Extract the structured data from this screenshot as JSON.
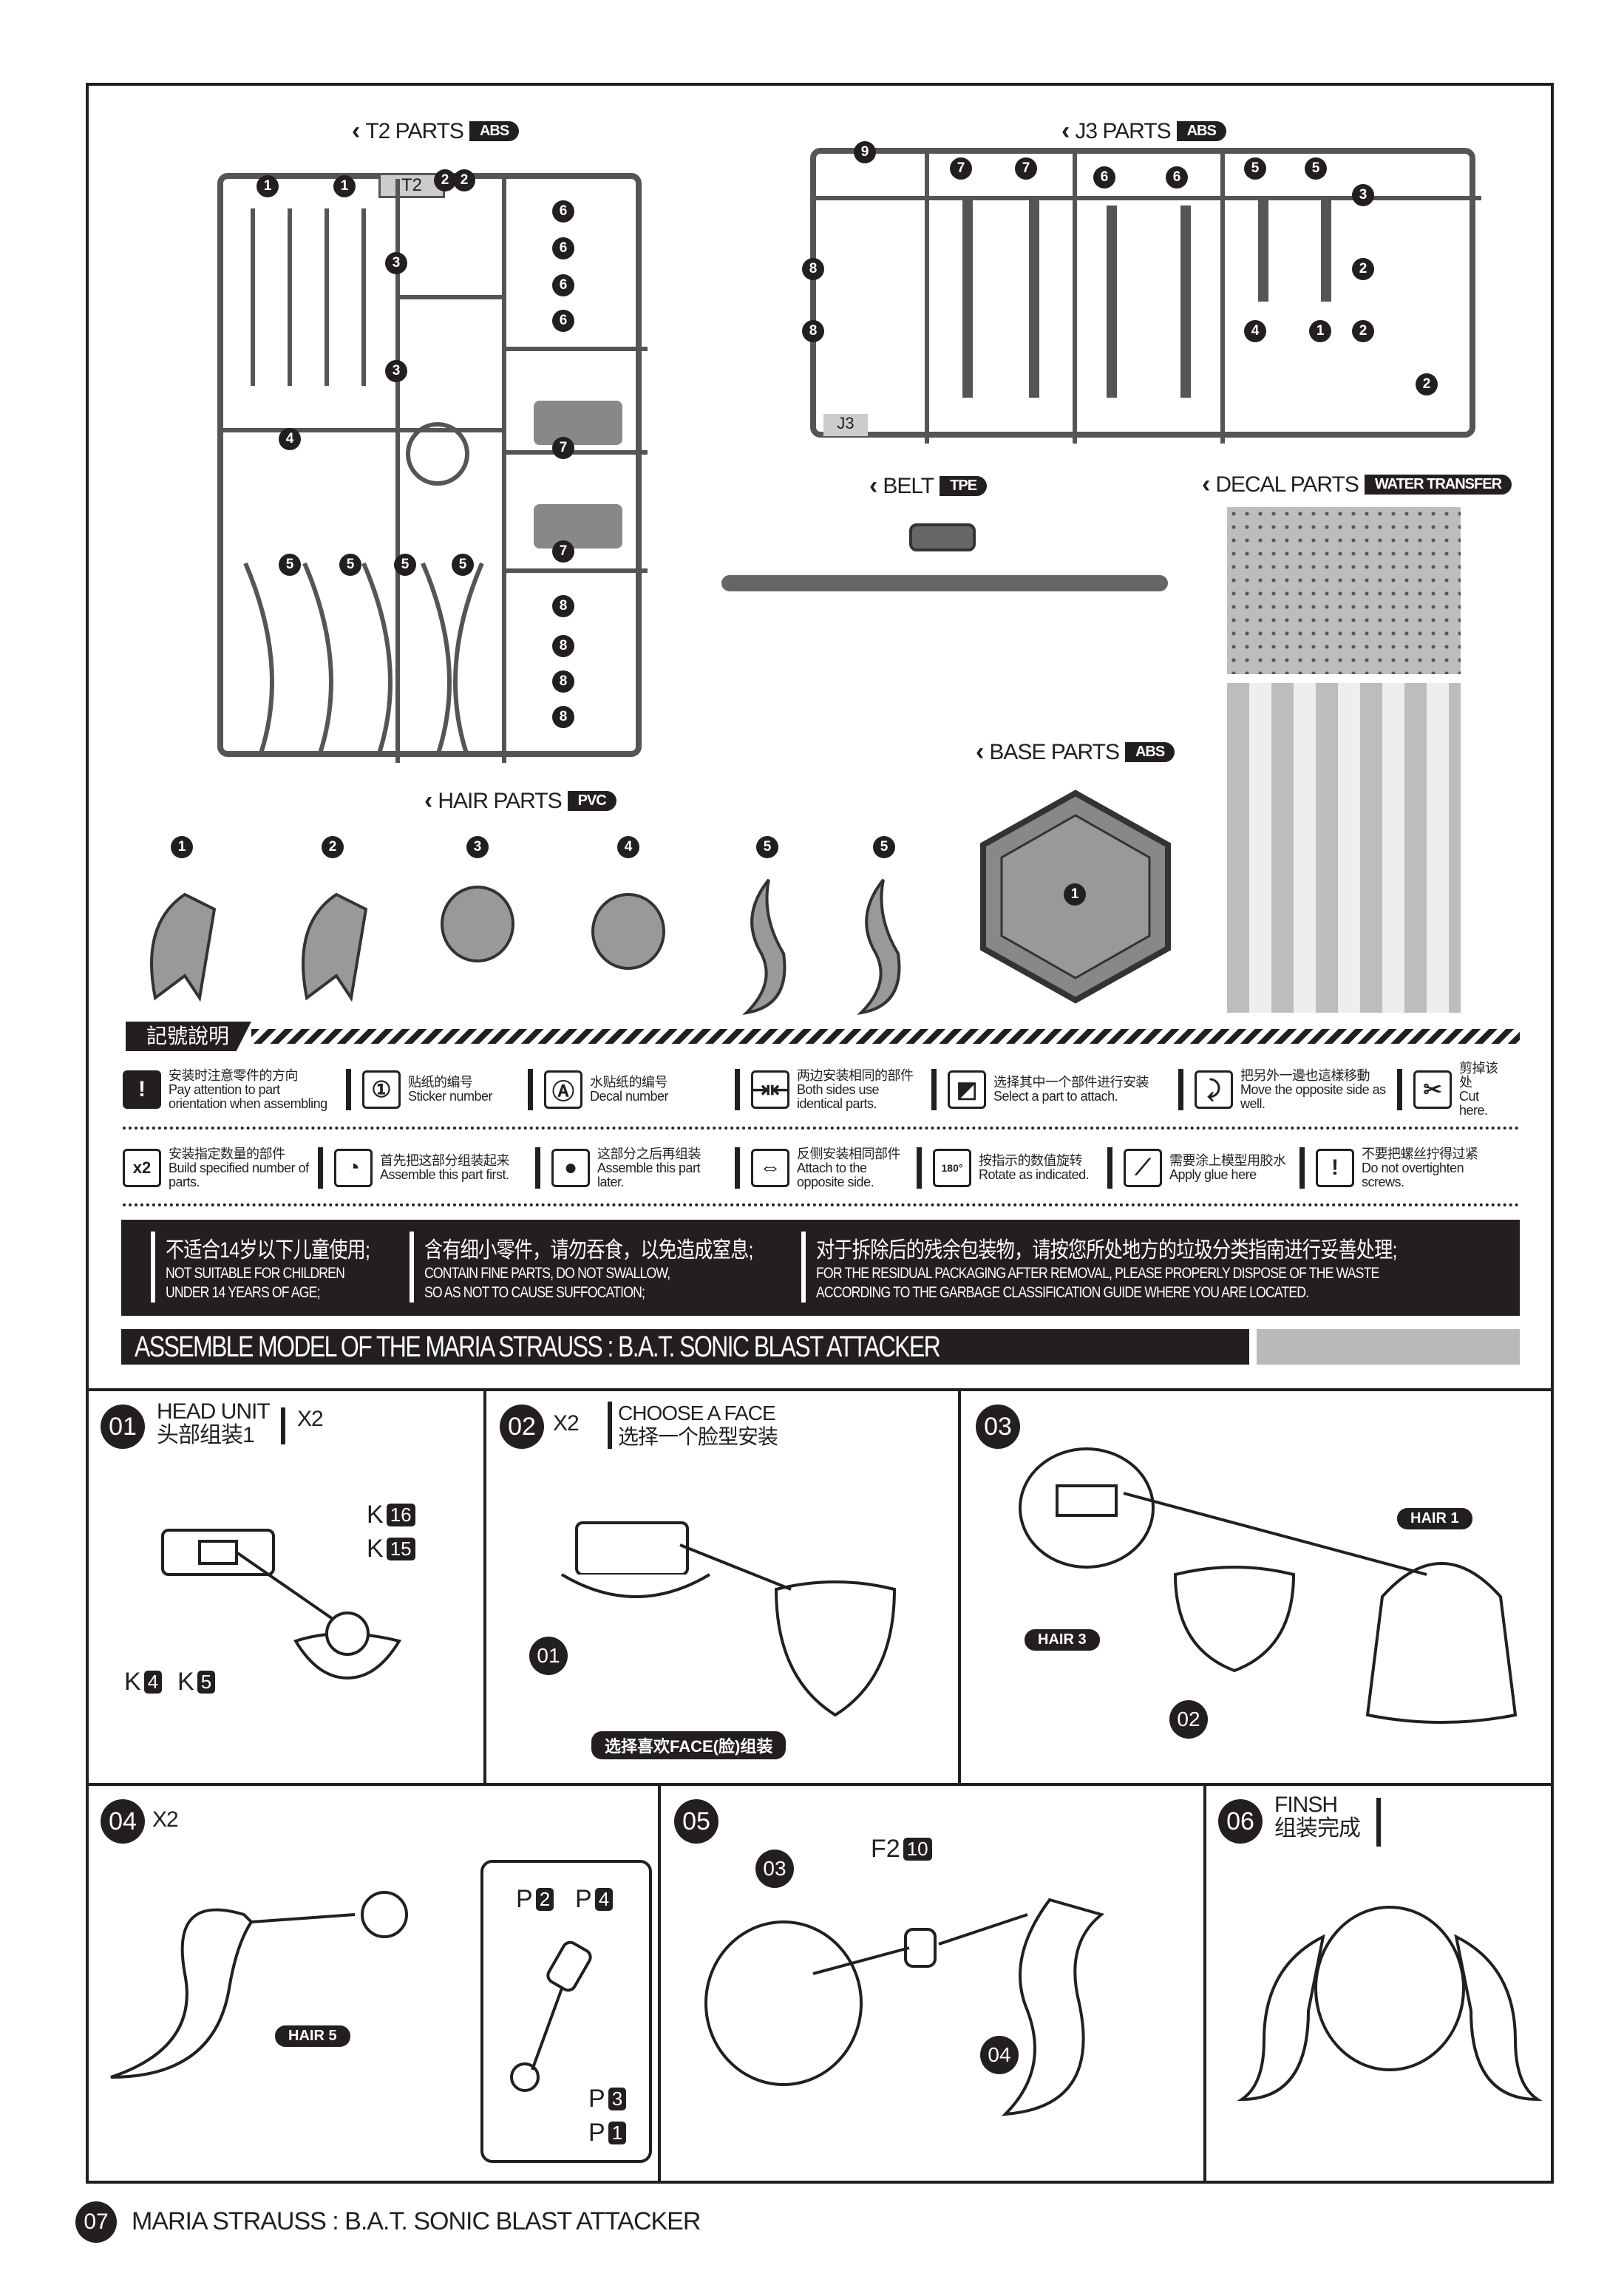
{
  "sprues": {
    "t2": {
      "label": "T2 PARTS",
      "material": "ABS",
      "tag": "T2",
      "numbers": [
        "1",
        "1",
        "2",
        "2",
        "3",
        "3",
        "4",
        "5",
        "5",
        "5",
        "5",
        "6",
        "6",
        "6",
        "6",
        "7",
        "7",
        "8",
        "8",
        "8",
        "8"
      ]
    },
    "j3": {
      "label": "J3 PARTS",
      "material": "ABS",
      "tag": "J3",
      "numbers": [
        "9",
        "7",
        "7",
        "6",
        "6",
        "5",
        "5",
        "3",
        "8",
        "8",
        "2",
        "2",
        "4",
        "1",
        "2"
      ]
    },
    "belt": {
      "label": "BELT",
      "material": "TPE"
    },
    "decal": {
      "label": "DECAL PARTS",
      "material": "WATER TRANSFER"
    },
    "base": {
      "label": "BASE PARTS",
      "material": "ABS",
      "numbers": [
        "1"
      ]
    },
    "hair": {
      "label": "HAIR PARTS",
      "material": "PVC",
      "numbers": [
        "1",
        "2",
        "3",
        "4",
        "5",
        "5"
      ]
    }
  },
  "legend": {
    "title": "記號說明",
    "items": [
      {
        "icon": "exclamation-icon",
        "glyph": "!",
        "zh": "安装时注意零件的方向",
        "en": "Pay attention to part orientation when assembling"
      },
      {
        "icon": "sticker-icon",
        "glyph": "①",
        "zh": "贴纸的编号",
        "en": "Sticker number"
      },
      {
        "icon": "decal-icon",
        "glyph": "Ⓐ",
        "zh": "水贴纸的编号",
        "en": "Decal number"
      },
      {
        "icon": "both-sides-icon",
        "glyph": "⇥⇤",
        "zh": "两边安装相同的部件",
        "en": "Both sides use identical parts."
      },
      {
        "icon": "select-part-icon",
        "glyph": "◩",
        "zh": "选择其中一个部件进行安装",
        "en": "Select a part to attach."
      },
      {
        "icon": "move-opposite-icon",
        "glyph": "⤸",
        "zh": "把另外一邊也這樣移動",
        "en": "Move the opposite side as well."
      },
      {
        "icon": "cut-icon",
        "glyph": "✂",
        "zh": "剪掉该处",
        "en": "Cut here."
      },
      {
        "icon": "x2-icon",
        "glyph": "x2",
        "zh": "安装指定数量的部件",
        "en": "Build specified number of parts."
      },
      {
        "icon": "assemble-first-icon",
        "glyph": "◔",
        "zh": "首先把这部分组装起来",
        "en": "Assemble this part first."
      },
      {
        "icon": "assemble-later-icon",
        "glyph": "●",
        "zh": "这部分之后再组装",
        "en": "Assemble this part later."
      },
      {
        "icon": "opposite-side-icon",
        "glyph": "⇔",
        "zh": "反侧安装相同部件",
        "en": "Attach to the opposite side."
      },
      {
        "icon": "rotate-icon",
        "glyph": "180°",
        "zh": "按指示的数值旋转",
        "en": "Rotate as indicated."
      },
      {
        "icon": "glue-icon",
        "glyph": "⟋",
        "zh": "需要涂上模型用胶水",
        "en": "Apply glue here"
      },
      {
        "icon": "screw-icon",
        "glyph": "!",
        "zh": "不要把螺丝拧得过紧",
        "en": "Do not overtighten screws."
      }
    ]
  },
  "warning": {
    "c1": {
      "zh": "不适合14岁以下儿童使用;",
      "en1": "NOT SUITABLE FOR CHILDREN",
      "en2": "UNDER 14 YEARS OF AGE;"
    },
    "c2": {
      "zh": "含有细小零件，请勿吞食，以免造成窒息;",
      "en1": "CONTAIN FINE PARTS, DO NOT SWALLOW,",
      "en2": "SO AS NOT TO CAUSE SUFFOCATION;"
    },
    "c3": {
      "zh": "对于拆除后的残余包装物，请按您所处地方的垃圾分类指南进行妥善处理;",
      "en1": "FOR THE RESIDUAL PACKAGING AFTER REMOVAL, PLEASE PROPERLY DISPOSE OF THE WASTE",
      "en2": "ACCORDING TO THE GARBAGE CLASSIFICATION GUIDE WHERE YOU ARE LOCATED."
    }
  },
  "title": "ASSEMBLE MODEL OF THE MARIA STRAUSS : B.A.T. SONIC BLAST ATTACKER",
  "steps": {
    "s01": {
      "num": "01",
      "en": "HEAD UNIT",
      "zh": "头部组装1",
      "qty": "X2",
      "k16": "16",
      "k15": "15",
      "k4": "4",
      "k5": "5",
      "k": "K"
    },
    "s02": {
      "num": "02",
      "qty": "X2",
      "en": "CHOOSE A FACE",
      "zh": "选择一个脸型安装",
      "callout": "01",
      "caption": "选择喜欢FACE(脸)组装"
    },
    "s03": {
      "num": "03",
      "hair1": "HAIR 1",
      "hair3": "HAIR 3",
      "callout": "02"
    },
    "s04": {
      "num": "04",
      "qty": "X2",
      "hair5": "HAIR 5",
      "p": "P",
      "p2": "2",
      "p4": "4",
      "p3": "3",
      "p1": "1"
    },
    "s05": {
      "num": "05",
      "callout1": "03",
      "callout2": "04",
      "f": "F2",
      "f10": "10"
    },
    "s06": {
      "num": "06",
      "en": "FINSH",
      "zh": "组装完成"
    }
  },
  "footer": {
    "page": "07",
    "text": "MARIA STRAUSS : B.A.T. SONIC BLAST ATTACKER"
  }
}
